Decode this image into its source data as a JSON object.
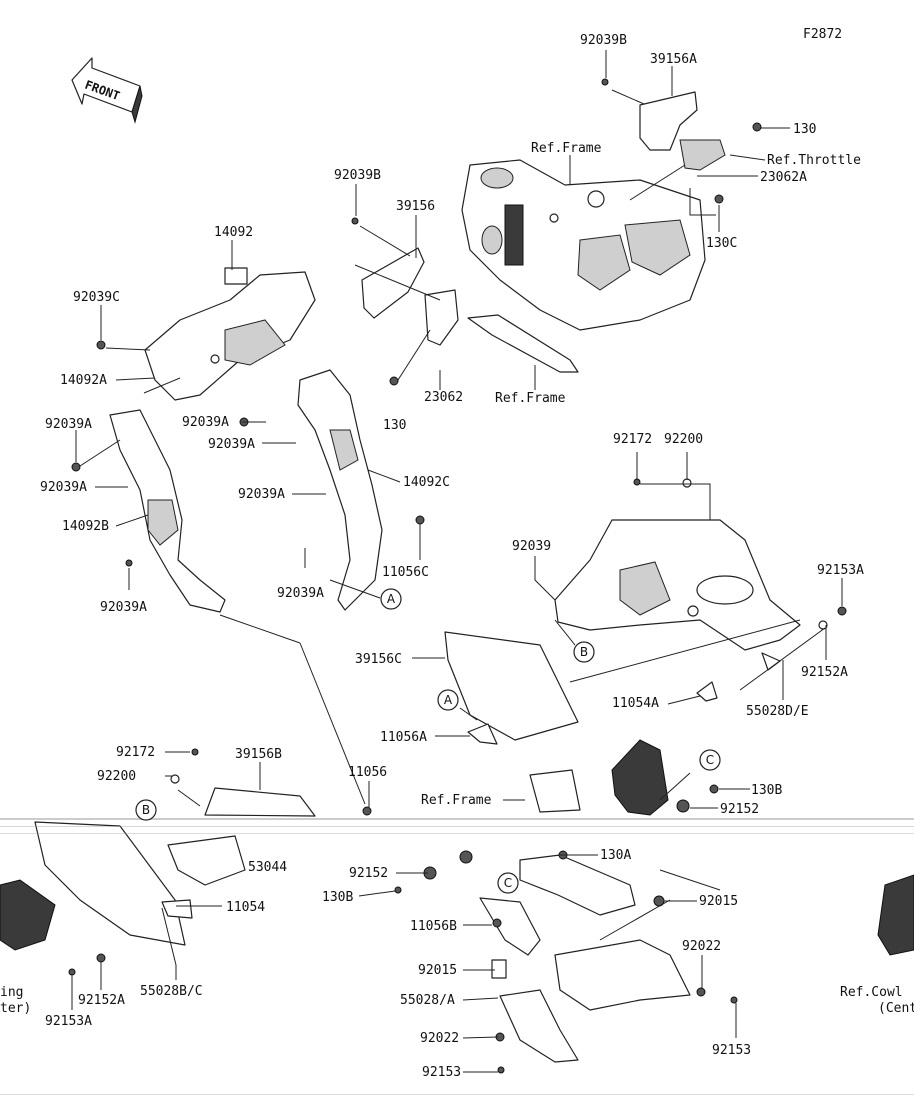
{
  "figure_code": "F2872",
  "front_arrow_text": "FRONT",
  "references": {
    "frame_top": "Ref.Frame",
    "frame_mid": "Ref.Frame",
    "frame_bottom": "Ref.Frame",
    "throttle": "Ref.Throttle",
    "cowl_line1": "Ref.Cowl",
    "cowl_line2": "(Cent",
    "clipped_left_line1": "ing",
    "clipped_left_line2": "ter)"
  },
  "callout_letters": {
    "a1": "A",
    "a2": "A",
    "b1": "B",
    "b2": "B",
    "c1": "C",
    "c2": "C"
  },
  "parts": {
    "p92039B_top": "92039B",
    "p39156A": "39156A",
    "p130_top": "130",
    "p23062A": "23062A",
    "p130C": "130C",
    "p92039B_mid": "92039B",
    "p39156": "39156",
    "p14092": "14092",
    "p92039C": "92039C",
    "p14092A": "14092A",
    "p23062": "23062",
    "p130_mid": "130",
    "p92039A_1": "92039A",
    "p92039A_2": "92039A",
    "p92039A_3": "92039A",
    "p92039A_4": "92039A",
    "p92039A_5": "92039A",
    "p92039A_6": "92039A",
    "p92039A_7": "92039A",
    "p14092B": "14092B",
    "p14092C": "14092C",
    "p11056C": "11056C",
    "p92172_right": "92172",
    "p92200_right": "92200",
    "p92039": "92039",
    "p92153A_right": "92153A",
    "p39156C": "39156C",
    "p92152A_right": "92152A",
    "p11054A": "11054A",
    "p55028DE": "55028D/E",
    "p11056A": "11056A",
    "p92172_left": "92172",
    "p92200_left": "92200",
    "p39156B": "39156B",
    "p11056": "11056",
    "p130B_top": "130B",
    "p92152_top": "92152",
    "p53044": "53044",
    "p92152_mid": "92152",
    "p130A": "130A",
    "p130B_mid": "130B",
    "p11054": "11054",
    "p92015_right": "92015",
    "p11056B": "11056B",
    "p92022_right": "92022",
    "p92015_mid": "92015",
    "p55028A": "55028/A",
    "p92152A_left": "92152A",
    "p55028BC": "55028B/C",
    "p92153A_left": "92153A",
    "p92022_mid": "92022",
    "p92153_right": "92153",
    "p92153_mid": "92153"
  }
}
